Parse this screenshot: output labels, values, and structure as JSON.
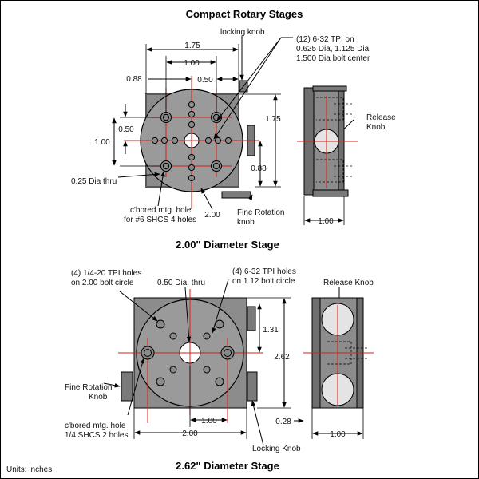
{
  "title": "Compact Rotary Stages",
  "units_note": "Units: inches",
  "colors": {
    "body": "#8c8c8c",
    "body_dark": "#6f6f6f",
    "face": "#9a9a9a",
    "knob": "#7a7a7a",
    "centerline": "#e01818",
    "release": "#e4e4e4"
  },
  "stage1": {
    "title": "2.00\" Diameter Stage",
    "dims": {
      "d175_top": "1.75",
      "d100_top": "1.00",
      "d088_left": "0.88",
      "d050_top": "0.50",
      "d050_left": "0.50",
      "d100_left": "1.00",
      "d175_right": "1.75",
      "d088_right": "0.88",
      "d200": "2.00",
      "side_100": "1.00"
    },
    "callouts": {
      "locking_knob": "locking knob",
      "holes_line1": "(12) 6-32 TPI on",
      "holes_line2": "0.625 Dia, 1.125 Dia,",
      "holes_line3": "1.500 Dia bolt center",
      "release_line1": "Release",
      "release_line2": "Knob",
      "thru": "0.25 Dia thru",
      "cbore_line1": "c'bored mtg. hole",
      "cbore_line2": "for #6 SHCS 4 holes",
      "fine_line1": "Fine Rotation",
      "fine_line2": "knob"
    }
  },
  "stage2": {
    "title": "2.62\" Diameter Stage",
    "dims": {
      "d131": "1.31",
      "d262": "2.62",
      "d100_bottom": "1.00",
      "d200_bottom": "2.00",
      "d028": "0.28",
      "side_100": "1.00"
    },
    "callouts": {
      "holes420_line1": "(4) 1/4-20 TPI holes",
      "holes420_line2": "on 2.00 bolt circle",
      "thru": "0.50 Dia. thru",
      "holes632_line1": "(4) 6-32 TPI holes",
      "holes632_line2": "on 1.12 bolt circle",
      "release": "Release Knob",
      "fine_line1": "Fine Rotation",
      "fine_line2": "Knob",
      "cbore_line1": "c'bored mtg. hole",
      "cbore_line2": "1/4 SHCS 2 holes",
      "locking": "Locking Knob"
    }
  }
}
